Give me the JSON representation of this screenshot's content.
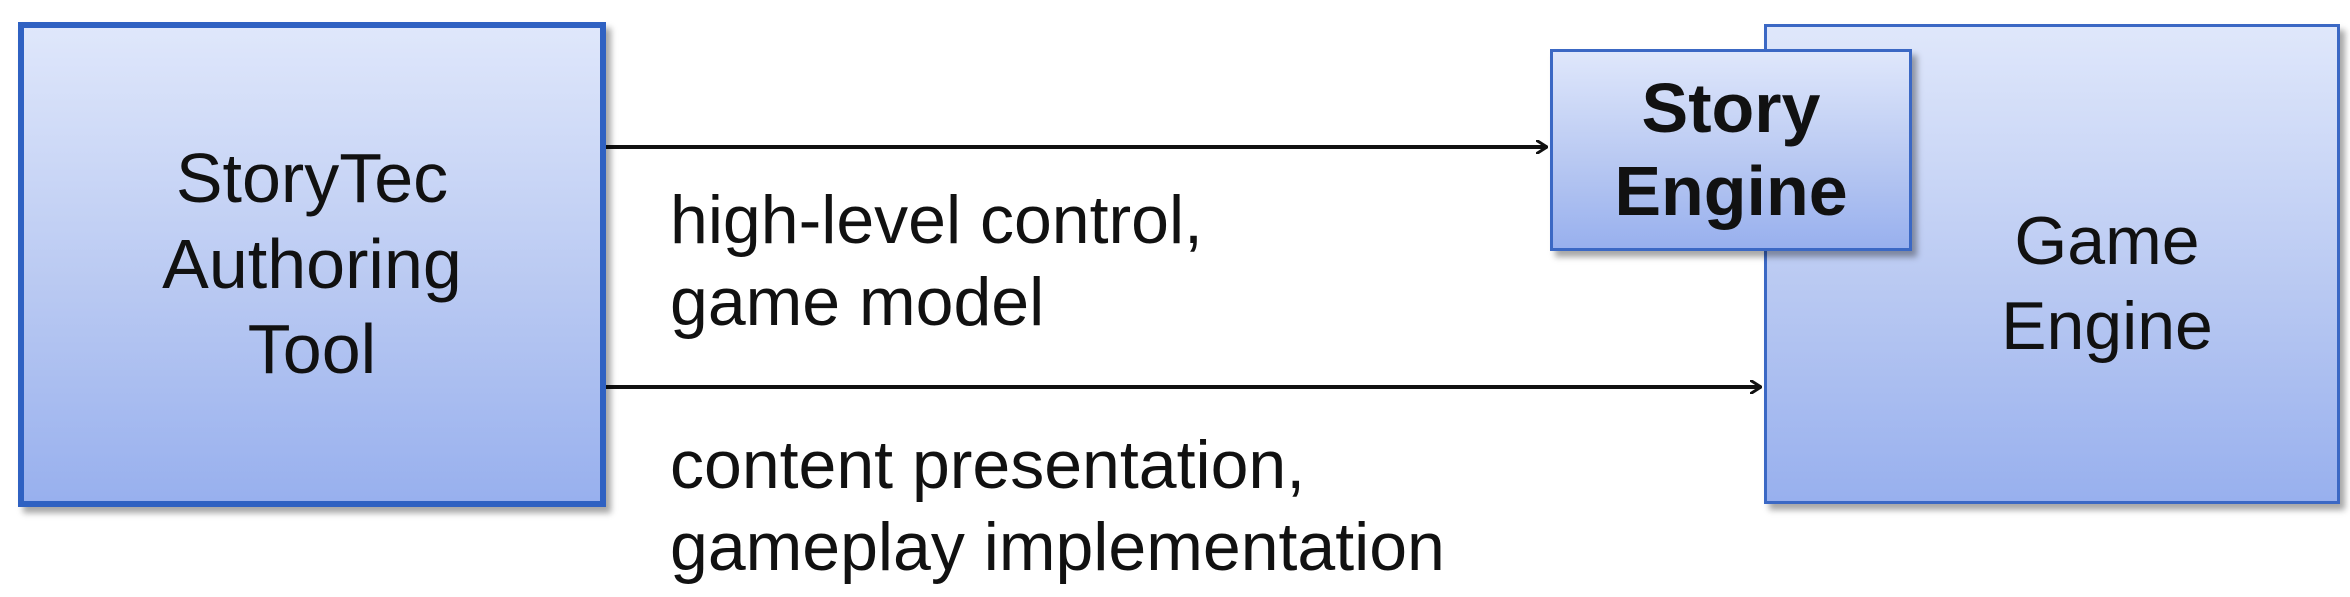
{
  "nodes": {
    "authoring_tool": {
      "label": "StoryTec\nAuthoring\nTool"
    },
    "game_engine": {
      "label": "Game\nEngine"
    },
    "story_engine": {
      "label": "Story\nEngine"
    }
  },
  "edges": [
    {
      "from": "authoring_tool",
      "to": "story_engine",
      "label": "high-level control,\ngame model"
    },
    {
      "from": "authoring_tool",
      "to": "game_engine",
      "label": "content presentation,\ngameplay implementation"
    }
  ],
  "colors": {
    "box_border": "#3b68c4",
    "box_fill_top": "#dfe7fb",
    "box_fill_bottom": "#98b0ee",
    "arrow": "#111111"
  }
}
